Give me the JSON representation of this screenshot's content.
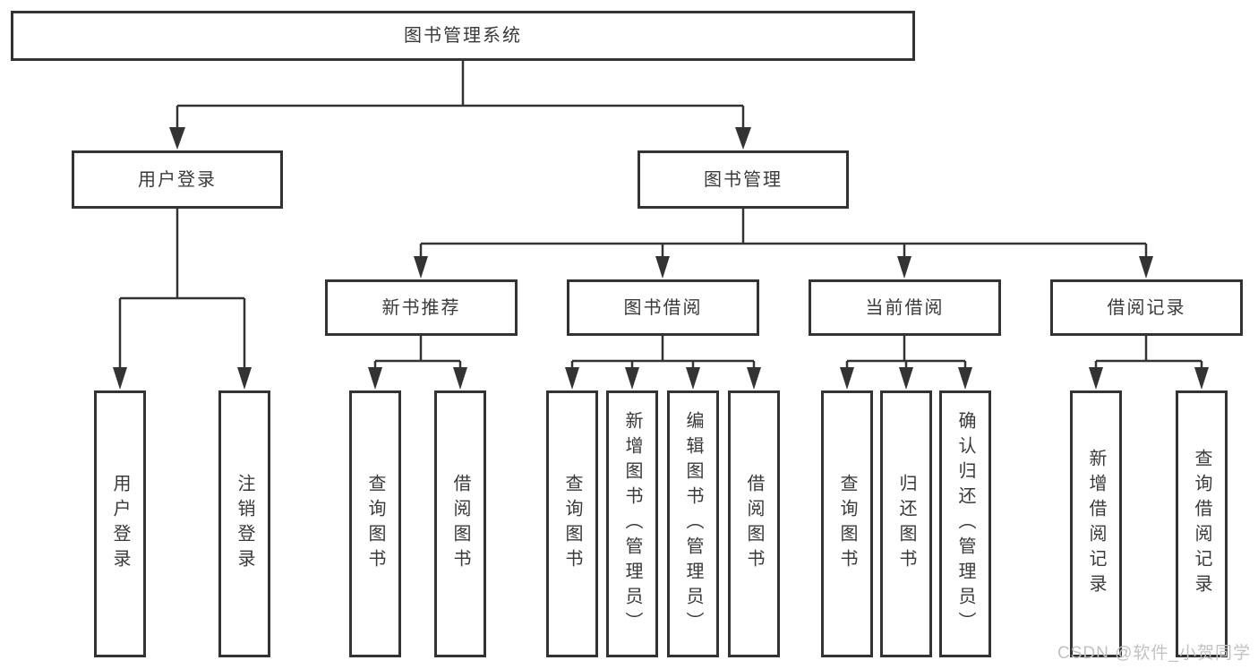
{
  "diagram": {
    "root": {
      "label": "图书管理系统"
    },
    "branches": [
      {
        "label": "用户登录",
        "children": [
          {
            "label": "用户登录"
          },
          {
            "label": "注销登录"
          }
        ]
      },
      {
        "label": "图书管理",
        "children": [
          {
            "label": "新书推荐",
            "children": [
              {
                "label": "查询图书"
              },
              {
                "label": "借阅图书"
              }
            ]
          },
          {
            "label": "图书借阅",
            "children": [
              {
                "label": "查询图书"
              },
              {
                "label": "新增图书（管理员）"
              },
              {
                "label": "编辑图书（管理员）"
              },
              {
                "label": "借阅图书"
              }
            ]
          },
          {
            "label": "当前借阅",
            "children": [
              {
                "label": "查询图书"
              },
              {
                "label": "归还图书"
              },
              {
                "label": "确认归还（管理员）"
              }
            ]
          },
          {
            "label": "借阅记录",
            "children": [
              {
                "label": "新增借阅记录"
              },
              {
                "label": "查询借阅记录"
              }
            ]
          }
        ]
      }
    ]
  },
  "colors": {
    "line": "#333333",
    "text": "#3a3a3a",
    "box_background": "#ffffff",
    "watermark": "#c2c2c2"
  },
  "watermark": {
    "text": "CSDN @软件_小贺同学"
  }
}
